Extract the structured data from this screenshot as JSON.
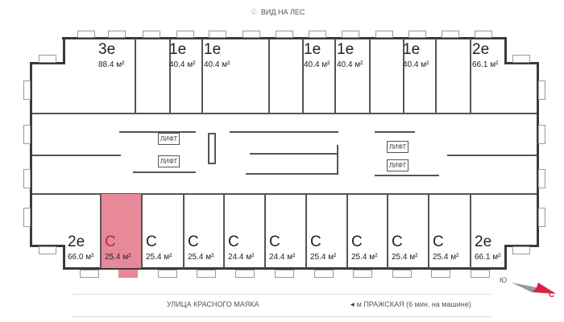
{
  "header": {
    "view_label": "ВИД НА ЛЕС",
    "icon": "trees-icon"
  },
  "lift_label": "ЛИФТ",
  "top_units": [
    {
      "type": "3е",
      "area": "88.4 м²"
    },
    {
      "type": "1е",
      "area": "40.4 м²"
    },
    {
      "type": "1е",
      "area": "40.4 м²"
    },
    {
      "type": "1е",
      "area": "40.4 м²"
    },
    {
      "type": "1е",
      "area": "40.4 м²"
    },
    {
      "type": "1е",
      "area": "40.4 м²"
    },
    {
      "type": "2е",
      "area": "66.1 м²"
    }
  ],
  "bottom_units": [
    {
      "type": "2е",
      "area": "66.0 м²",
      "selected": false
    },
    {
      "type": "С",
      "area": "25.4 м²",
      "selected": true
    },
    {
      "type": "С",
      "area": "25.4 м²",
      "selected": false
    },
    {
      "type": "С",
      "area": "25.4 м²",
      "selected": false
    },
    {
      "type": "С",
      "area": "24.4 м²",
      "selected": false
    },
    {
      "type": "С",
      "area": "24.4 м²",
      "selected": false
    },
    {
      "type": "С",
      "area": "25.4 м²",
      "selected": false
    },
    {
      "type": "С",
      "area": "25.4 м²",
      "selected": false
    },
    {
      "type": "С",
      "area": "25.4 м²",
      "selected": false
    },
    {
      "type": "С",
      "area": "25.4 м²",
      "selected": false
    },
    {
      "type": "2е",
      "area": "66.1 м²",
      "selected": false
    }
  ],
  "footer": {
    "street": "УЛИЦА КРАСНОГО МАЯКА",
    "metro": "м ПРАЖСКАЯ (6 мин. на машине)"
  },
  "compass": {
    "south": "Ю",
    "north": "С",
    "north_color": "#d9234a",
    "south_color": "#999999"
  },
  "colors": {
    "selected_unit": "#e8899a",
    "wall": "#3a3a3a"
  }
}
